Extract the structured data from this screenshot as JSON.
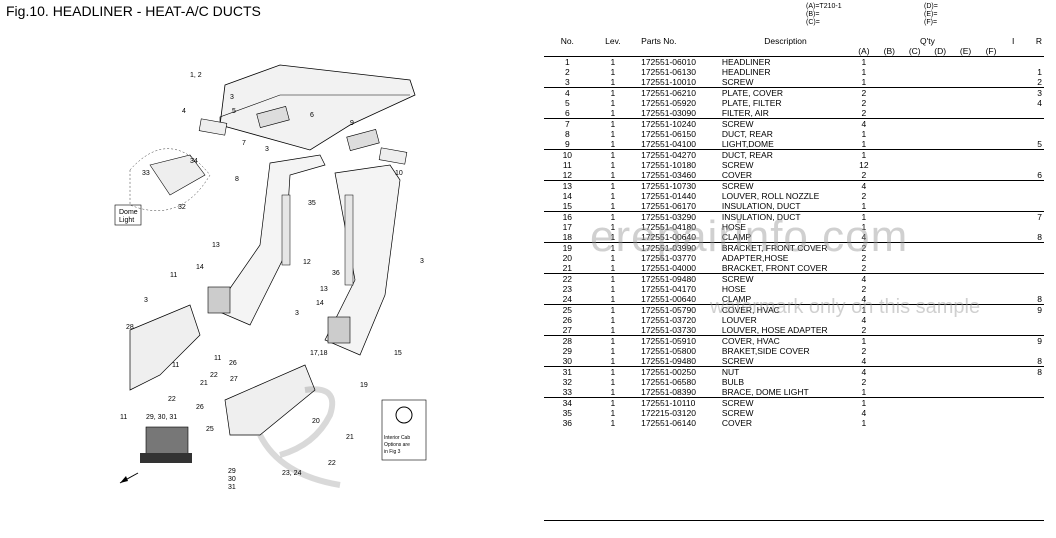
{
  "page": {
    "title": "Fig.10.  HEADLINER - HEAT-A/C DUCTS",
    "variants_left": [
      "(A)=T210-1",
      "(B)=",
      "(C)="
    ],
    "variants_right": [
      "(D)=",
      "(E)=",
      "(F)="
    ]
  },
  "table": {
    "headers": {
      "no": "No.",
      "lev": "Lev.",
      "parts_no": "Parts No.",
      "description": "Description",
      "qty": "Q'ty",
      "i": "I",
      "r": "R"
    },
    "qty_columns": [
      "(A)",
      "(B)",
      "(C)",
      "(D)",
      "(E)",
      "(F)"
    ],
    "rows": [
      {
        "no": "1",
        "lev": "1",
        "pn": "172551-06010",
        "desc": "HEADLINER",
        "qa": "1",
        "r": ""
      },
      {
        "no": "2",
        "lev": "1",
        "pn": "172551-06130",
        "desc": "HEADLINER",
        "qa": "1",
        "r": "1"
      },
      {
        "no": "3",
        "lev": "1",
        "pn": "172551-10010",
        "desc": "SCREW",
        "qa": "1",
        "r": "2"
      },
      {
        "no": "4",
        "lev": "1",
        "pn": "172551-06210",
        "desc": "PLATE, COVER",
        "qa": "2",
        "r": "3"
      },
      {
        "no": "5",
        "lev": "1",
        "pn": "172551-05920",
        "desc": "PLATE, FILTER",
        "qa": "2",
        "r": "4"
      },
      {
        "no": "6",
        "lev": "1",
        "pn": "172551-03090",
        "desc": "FILTER, AIR",
        "qa": "2",
        "r": ""
      },
      {
        "no": "7",
        "lev": "1",
        "pn": "172551-10240",
        "desc": "SCREW",
        "qa": "4",
        "r": ""
      },
      {
        "no": "8",
        "lev": "1",
        "pn": "172551-06150",
        "desc": "DUCT, REAR",
        "qa": "1",
        "r": ""
      },
      {
        "no": "9",
        "lev": "1",
        "pn": "172551-04100",
        "desc": "LIGHT,DOME",
        "qa": "1",
        "r": "5"
      },
      {
        "no": "10",
        "lev": "1",
        "pn": "172551-04270",
        "desc": "DUCT, REAR",
        "qa": "1",
        "r": ""
      },
      {
        "no": "11",
        "lev": "1",
        "pn": "172551-10180",
        "desc": "SCREW",
        "qa": "12",
        "r": ""
      },
      {
        "no": "12",
        "lev": "1",
        "pn": "172551-03460",
        "desc": "COVER",
        "qa": "2",
        "r": "6"
      },
      {
        "no": "13",
        "lev": "1",
        "pn": "172551-10730",
        "desc": "SCREW",
        "qa": "4",
        "r": ""
      },
      {
        "no": "14",
        "lev": "1",
        "pn": "172551-01440",
        "desc": "LOUVER, ROLL NOZZLE",
        "qa": "2",
        "r": ""
      },
      {
        "no": "15",
        "lev": "1",
        "pn": "172551-06170",
        "desc": "INSULATION, DUCT",
        "qa": "1",
        "r": ""
      },
      {
        "no": "16",
        "lev": "1",
        "pn": "172551-03290",
        "desc": "INSULATION, DUCT",
        "qa": "1",
        "r": "7"
      },
      {
        "no": "17",
        "lev": "1",
        "pn": "172551-04180",
        "desc": "HOSE",
        "qa": "1",
        "r": ""
      },
      {
        "no": "18",
        "lev": "1",
        "pn": "172551-00640",
        "desc": "CLAMP",
        "qa": "4",
        "r": "8"
      },
      {
        "no": "19",
        "lev": "1",
        "pn": "172551-03990",
        "desc": "BRACKET, FRONT COVER",
        "qa": "2",
        "r": ""
      },
      {
        "no": "20",
        "lev": "1",
        "pn": "172551-03770",
        "desc": "ADAPTER,HOSE",
        "qa": "2",
        "r": ""
      },
      {
        "no": "21",
        "lev": "1",
        "pn": "172551-04000",
        "desc": "BRACKET, FRONT COVER",
        "qa": "2",
        "r": ""
      },
      {
        "no": "22",
        "lev": "1",
        "pn": "172551-09480",
        "desc": "SCREW",
        "qa": "4",
        "r": ""
      },
      {
        "no": "23",
        "lev": "1",
        "pn": "172551-04170",
        "desc": "HOSE",
        "qa": "2",
        "r": ""
      },
      {
        "no": "24",
        "lev": "1",
        "pn": "172551-00640",
        "desc": "CLAMP",
        "qa": "4",
        "r": "8"
      },
      {
        "no": "25",
        "lev": "1",
        "pn": "172551-05790",
        "desc": "COVER, HVAC",
        "qa": "1",
        "r": "9"
      },
      {
        "no": "26",
        "lev": "1",
        "pn": "172551-03720",
        "desc": "LOUVER",
        "qa": "4",
        "r": ""
      },
      {
        "no": "27",
        "lev": "1",
        "pn": "172551-03730",
        "desc": "LOUVER, HOSE ADAPTER",
        "qa": "2",
        "r": ""
      },
      {
        "no": "28",
        "lev": "1",
        "pn": "172551-05910",
        "desc": "COVER, HVAC",
        "qa": "1",
        "r": "9"
      },
      {
        "no": "29",
        "lev": "1",
        "pn": "172551-05800",
        "desc": "BRAKET,SIDE COVER",
        "qa": "2",
        "r": ""
      },
      {
        "no": "30",
        "lev": "1",
        "pn": "172551-09480",
        "desc": "SCREW",
        "qa": "4",
        "r": "8"
      },
      {
        "no": "31",
        "lev": "1",
        "pn": "172551-00250",
        "desc": "NUT",
        "qa": "4",
        "r": "8"
      },
      {
        "no": "32",
        "lev": "1",
        "pn": "172551-06580",
        "desc": "BULB",
        "qa": "2",
        "r": ""
      },
      {
        "no": "33",
        "lev": "1",
        "pn": "172551-08390",
        "desc": "BRACE, DOME LIGHT",
        "qa": "1",
        "r": ""
      },
      {
        "no": "34",
        "lev": "1",
        "pn": "172551-10110",
        "desc": "SCREW",
        "qa": "1",
        "r": ""
      },
      {
        "no": "35",
        "lev": "1",
        "pn": "172215-03120",
        "desc": "SCREW",
        "qa": "4",
        "r": ""
      },
      {
        "no": "36",
        "lev": "1",
        "pn": "172551-06140",
        "desc": "COVER",
        "qa": "1",
        "r": ""
      }
    ]
  },
  "diagram": {
    "callouts": [
      "1, 2",
      "3",
      "4",
      "5",
      "6",
      "7",
      "3",
      "34",
      "33",
      "32",
      "Dome",
      "Light",
      "8",
      "35",
      "9",
      "10",
      "3",
      "13",
      "14",
      "11",
      "3",
      "12",
      "36",
      "13",
      "14",
      "28",
      "11",
      "3",
      "15",
      "11",
      "26",
      "22",
      "21",
      "27",
      "17,18",
      "19",
      "20",
      "22",
      "26",
      "25",
      "21",
      "22",
      "11",
      "29, 30, 31",
      "23, 24",
      "29",
      "30",
      "31",
      "Interior Cab",
      "Options are",
      "in Fig 3"
    ]
  },
  "watermark": {
    "main": "erepairinfo.com",
    "sub": "watermark only on this sample"
  }
}
